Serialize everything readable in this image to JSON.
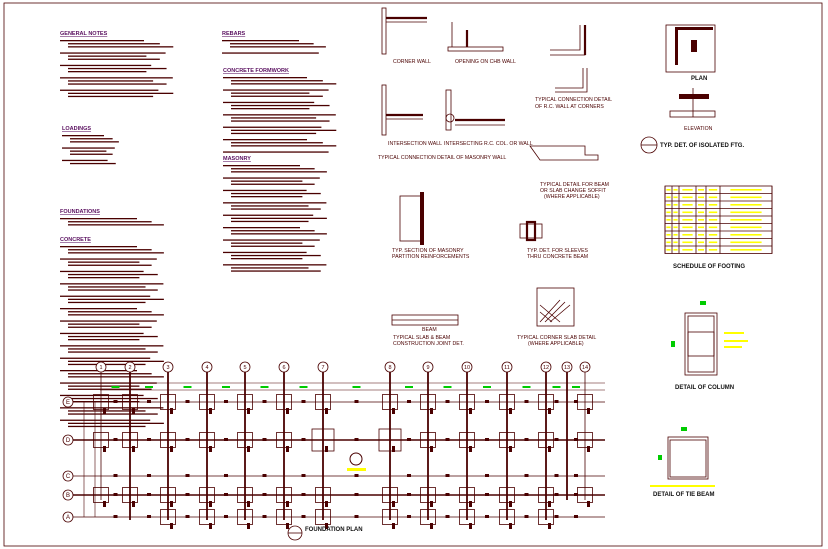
{
  "colors": {
    "line": "#4a0000",
    "heading": "#5a1060",
    "dimension": "#00cc00",
    "annotation": "#ffff00",
    "marker": "#ff0000"
  },
  "notes": {
    "general_notes": "GENERAL NOTES",
    "loadings": "LOADINGS",
    "foundations": "FOUNDATIONS",
    "concrete": "CONCRETE",
    "rebars": "REBARS",
    "concrete_formwork": "CONCRETE FORMWORK",
    "masonry": "MASONRY"
  },
  "details": {
    "corner_wall": "CORNER WALL",
    "opening_chb_wall": "OPENING ON CHB WALL",
    "intersection_wall": "INTERSECTION WALL",
    "intersecting_rc": "INTERSECTING R.C. COL. OR WALL",
    "masonry_wall_title": "TYPICAL CONNECTION DETAIL OF MASONRY WALL",
    "rc_wall_corners_1": "TYPICAL CONNECTION DETAIL",
    "rc_wall_corners_2": "OF R.C. WALL AT CORNERS",
    "soffit_1": "TYPICAL DETAIL FOR BEAM",
    "soffit_2": "OR SLAB CHANGE SOFFIT",
    "soffit_3": "(WHERE APPLICABLE)",
    "partition_1": "TYP. SECTION OF MASONRY",
    "partition_2": "PARTITION REINFORCEMENTS",
    "sleeves_1": "TYP. DET. FOR SLEEVES",
    "sleeves_2": "THRU CONCRETE BEAM",
    "beam_label": "BEAM",
    "joint_1": "TYPICAL SLAB & BEAM",
    "joint_2": "CONSTRUCTION JOINT DET.",
    "corner_slab_1": "TYPICAL CORNER SLAB DETAIL",
    "corner_slab_2": "(WHERE APPLICABLE)",
    "plan": "PLAN",
    "elevation": "ELEVATION",
    "isolated_ftg": "TYP. DET. OF ISOLATED FTG.",
    "schedule_footing": "SCHEDULE OF FOOTING",
    "detail_column": "DETAIL OF COLUMN",
    "detail_tie_beam": "DETAIL OF TIE BEAM",
    "foundation_plan": "FOUNDATION PLAN"
  },
  "foundation_plan": {
    "column_grid": [
      "1",
      "2",
      "3",
      "4",
      "5",
      "6",
      "7",
      "8",
      "9",
      "10",
      "11",
      "12",
      "13",
      "14"
    ],
    "row_grid": [
      "E",
      "D",
      "C",
      "B",
      "A"
    ]
  }
}
